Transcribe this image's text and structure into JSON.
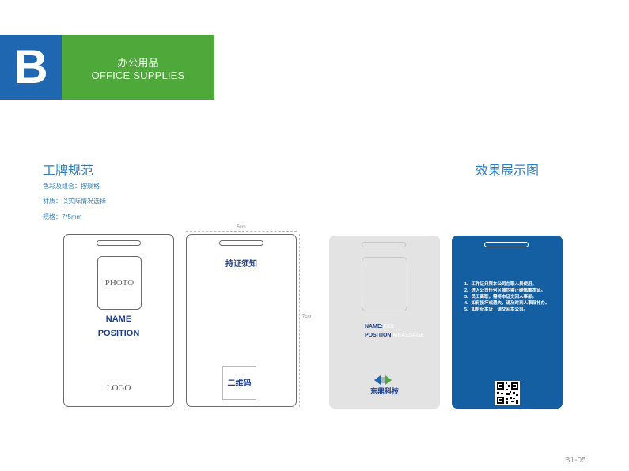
{
  "header": {
    "letter": "B",
    "title_cn": "办公用品",
    "title_en": "OFFICE SUPPLIES",
    "colors": {
      "blue": "#1f67b1",
      "green": "#4ea83a"
    }
  },
  "spec_section": {
    "title": "工牌规范",
    "color_line": "色彩及组合：按规格",
    "material_line": "材质：以实际情况选择",
    "size_line": "规格：7*5mm"
  },
  "preview_section": {
    "title": "效果展示图"
  },
  "front_card": {
    "photo_label": "PHOTO",
    "name_label": "NAME",
    "position_label": "POSITION",
    "logo_label": "LOGO"
  },
  "back_card": {
    "title": "持证须知",
    "qr_label": "二维码",
    "width_label": "5cm",
    "height_label": "7cm"
  },
  "front_preview": {
    "name_label": "NAME:",
    "name_value": "XXX",
    "position_label": "POSITION:",
    "position_value": "MEASSAGE",
    "company": "东鼎科技"
  },
  "back_preview": {
    "rules": [
      "1、工作证只限本公司在职人员使用。",
      "2、进入公司任何区域均需正确佩戴本证。",
      "3、员工离职，需将本证交回人事部。",
      "4、如有损坏或遗失，请及时到人事部补办。",
      "5、如拾获本证，请交回本公司。"
    ]
  },
  "page_number": "B1-05"
}
